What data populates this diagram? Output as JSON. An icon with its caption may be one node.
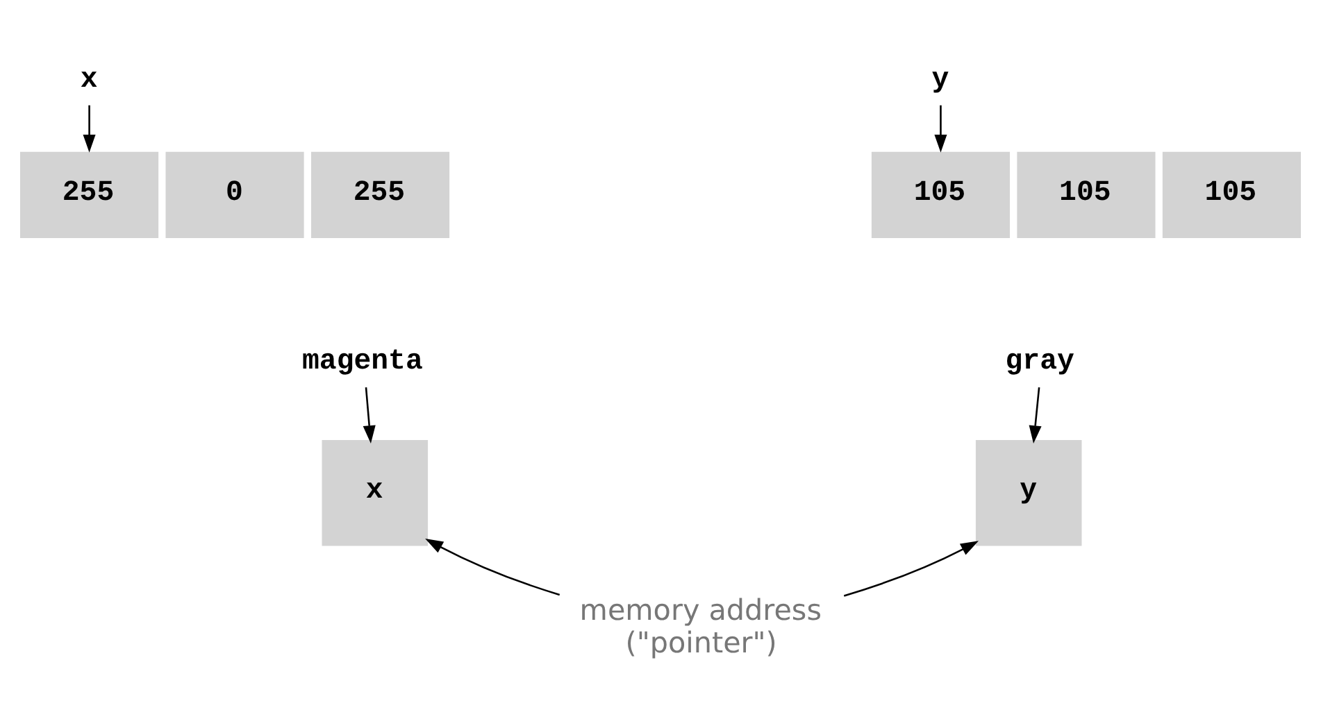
{
  "diagram": {
    "nodes": [
      {
        "text": [
          "x"
        ]
      },
      {
        "text": [
          "255"
        ]
      },
      {
        "text": [
          "0"
        ]
      },
      {
        "text": [
          "255"
        ]
      },
      {
        "text": [
          "y"
        ]
      },
      {
        "text": [
          "105"
        ]
      },
      {
        "text": [
          "105"
        ]
      },
      {
        "text": [
          "105"
        ]
      },
      {
        "text": [
          "magenta"
        ]
      },
      {
        "text": [
          "x"
        ]
      },
      {
        "text": [
          "gray"
        ]
      },
      {
        "text": [
          "y"
        ]
      },
      {
        "text": [
          "memory address (\"pointer\")"
        ]
      }
    ],
    "edges": [
      {
        "from": 0,
        "to": 1,
        "arrow": "to"
      },
      {
        "from": 4,
        "to": 5,
        "arrow": "to"
      },
      {
        "from": 8,
        "to": 9,
        "arrow": "to"
      },
      {
        "from": 10,
        "to": 11,
        "arrow": "to"
      },
      {
        "from": 12,
        "to": 9,
        "arrow": "to"
      },
      {
        "from": 12,
        "to": 11,
        "arrow": "to"
      }
    ]
  }
}
